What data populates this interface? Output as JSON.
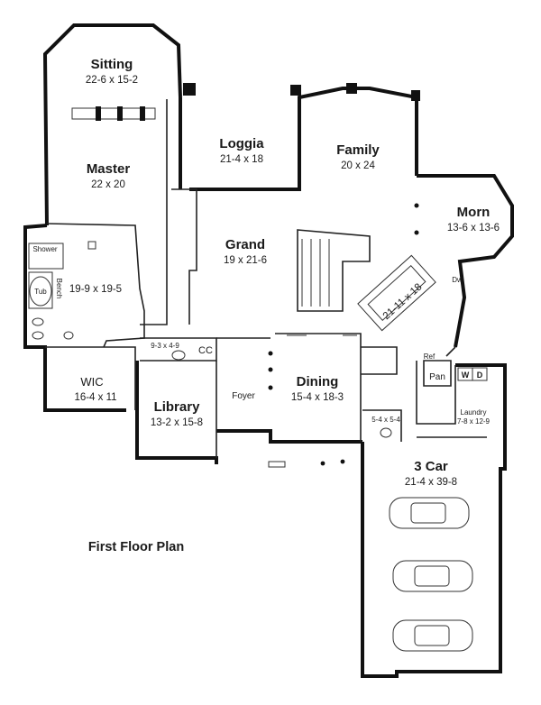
{
  "plan": {
    "title": "First Floor Plan",
    "rooms": {
      "sitting": {
        "name": "Sitting",
        "dim": "22-6 x 15-2"
      },
      "master": {
        "name": "Master",
        "dim": "22 x 20"
      },
      "loggia": {
        "name": "Loggia",
        "dim": "21-4 x 18"
      },
      "family": {
        "name": "Family",
        "dim": "20 x 24"
      },
      "morn": {
        "name": "Morn",
        "dim": "13-6 x 13-6"
      },
      "grand": {
        "name": "Grand",
        "dim": "19 x 21-6"
      },
      "kitchen": {
        "dim": "21-11 x 18"
      },
      "bath": {
        "dim": "19-9 x 19-5"
      },
      "closet": {
        "dim": "9-3 x 4-9"
      },
      "wic": {
        "name": "WIC",
        "dim": "16-4 x 11"
      },
      "library": {
        "name": "Library",
        "dim": "13-2 x 15-8"
      },
      "dining": {
        "name": "Dining",
        "dim": "15-4 x 18-3"
      },
      "powder": {
        "dim": "5-4 x 5-4"
      },
      "laundry": {
        "name": "Laundry",
        "dim": "7-8 x 12-9"
      },
      "garage": {
        "name": "3 Car",
        "dim": "21-4 x 39-8"
      }
    },
    "tags": {
      "cc": "CC",
      "foyer": "Foyer",
      "shower": "Shower",
      "tub": "Tub",
      "bench": "Bench",
      "ref": "Ref",
      "pan": "Pan",
      "dw": "Dw",
      "washer": "W",
      "dryer": "D"
    }
  }
}
